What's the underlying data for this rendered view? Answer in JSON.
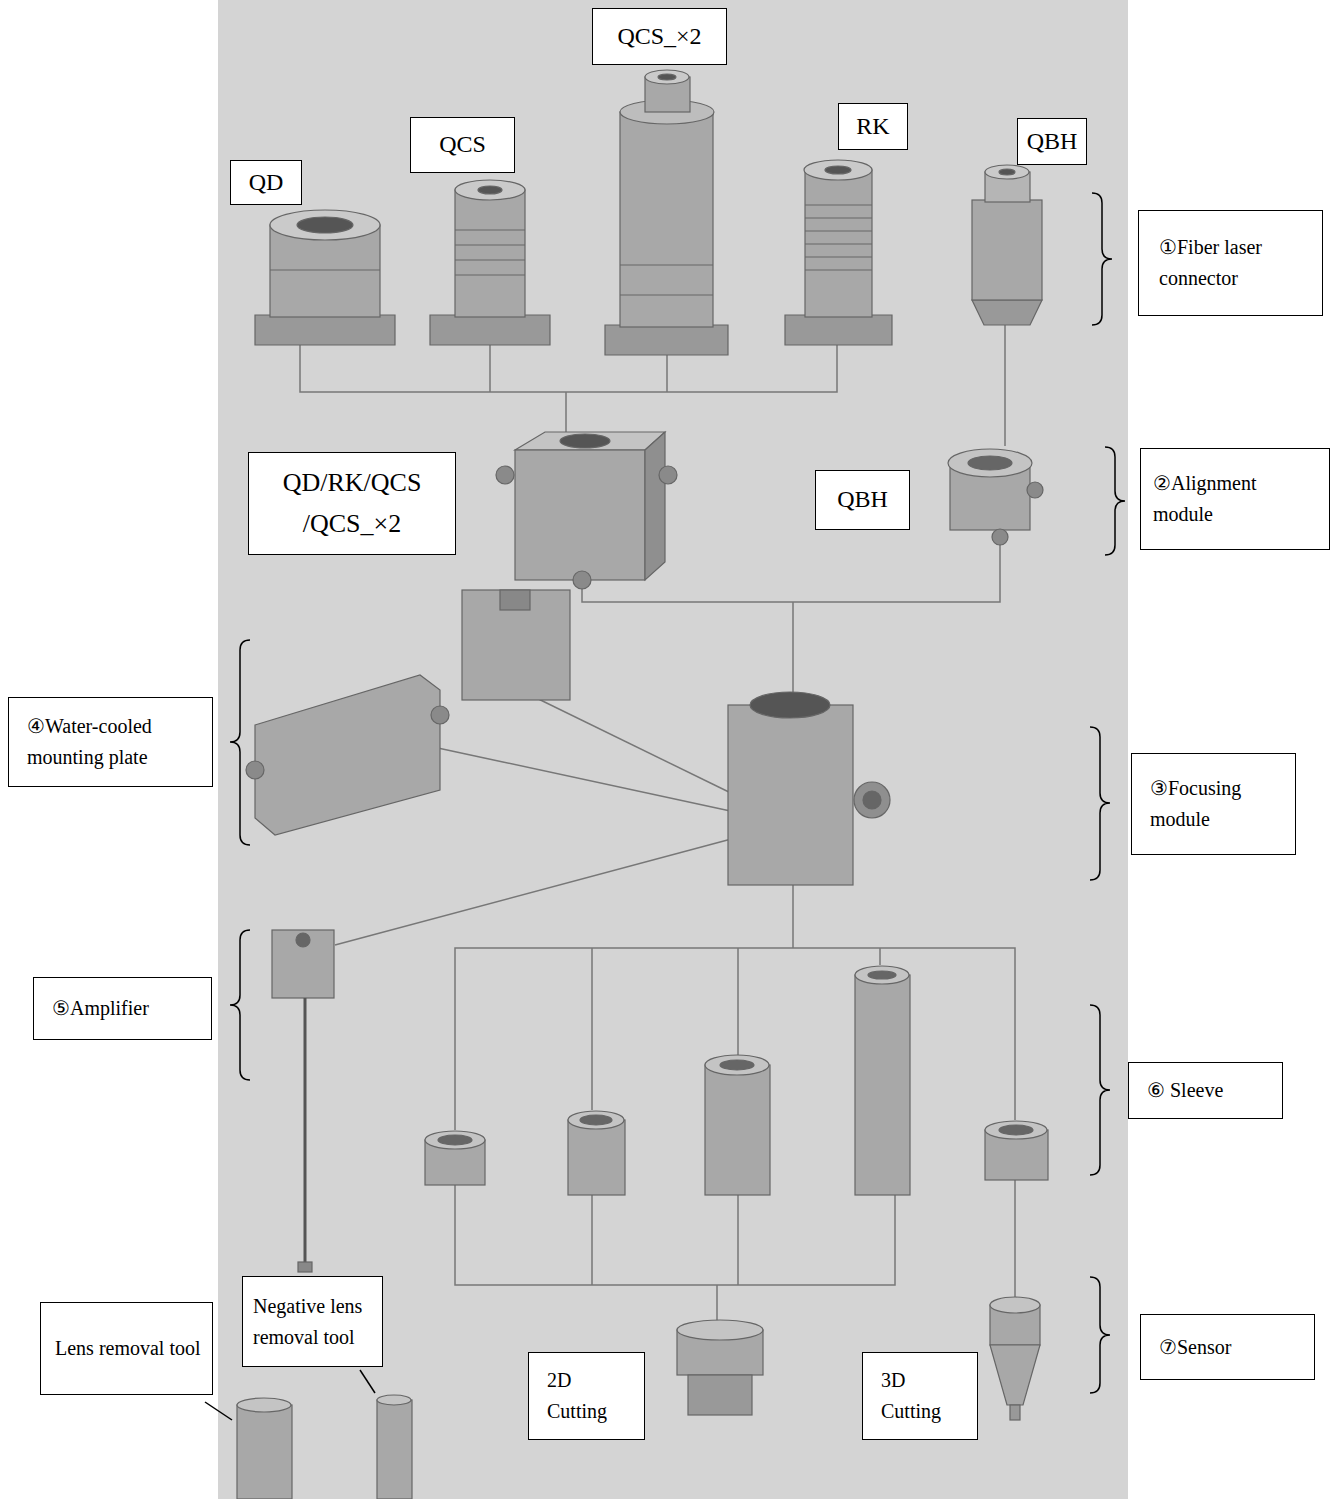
{
  "diagram": {
    "nodes": [
      {
        "text": [
          "QCS_×2"
        ]
      },
      {
        "text": [
          "QD"
        ]
      },
      {
        "text": [
          "QCS"
        ]
      },
      {
        "text": [
          "RK"
        ]
      },
      {
        "text": [
          "QBH"
        ]
      },
      {
        "text": [
          "①Fiber laser connector"
        ]
      },
      {
        "text": [
          "QD/RK/QCS /QCS_×2"
        ]
      },
      {
        "text": [
          "QBH"
        ]
      },
      {
        "text": [
          "②Alignment module"
        ]
      },
      {
        "text": [
          "④Water-cooled mounting plate"
        ]
      },
      {
        "text": [
          "③Focusing module"
        ]
      },
      {
        "text": [
          "⑤Amplifier"
        ]
      },
      {
        "text": [
          "⑥ Sleeve"
        ]
      },
      {
        "text": [
          "Negative lens removal tool"
        ]
      },
      {
        "text": [
          "Lens removal tool"
        ]
      },
      {
        "text": [
          "2D Cutting"
        ]
      },
      {
        "text": [
          "3D Cutting"
        ]
      },
      {
        "text": [
          "⑦Sensor"
        ]
      }
    ]
  }
}
